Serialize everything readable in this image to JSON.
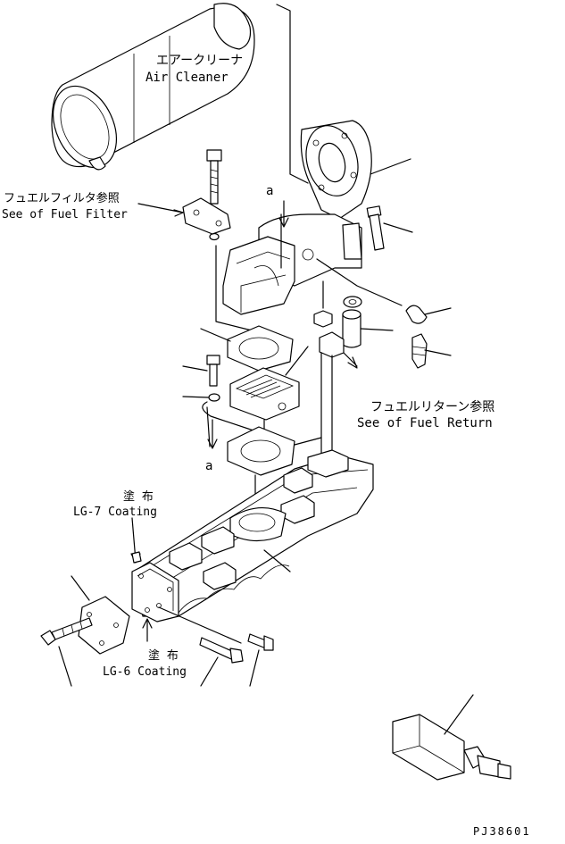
{
  "labels": {
    "air_cleaner_jp": "エアークリーナ",
    "air_cleaner_en": "Air Cleaner",
    "fuel_filter_jp": "フュエルフィルタ参照",
    "fuel_filter_en": "See of Fuel Filter",
    "fuel_return_jp": "フュエルリターン参照",
    "fuel_return_en": "See of Fuel Return",
    "lg7_jp": "塗 布",
    "lg7_en": "LG-7 Coating",
    "lg6_jp": "塗 布",
    "lg6_en": "LG-6 Coating",
    "view_mark_top": "a",
    "view_mark_bottom": "a",
    "drawing_code": "PJ38601"
  }
}
